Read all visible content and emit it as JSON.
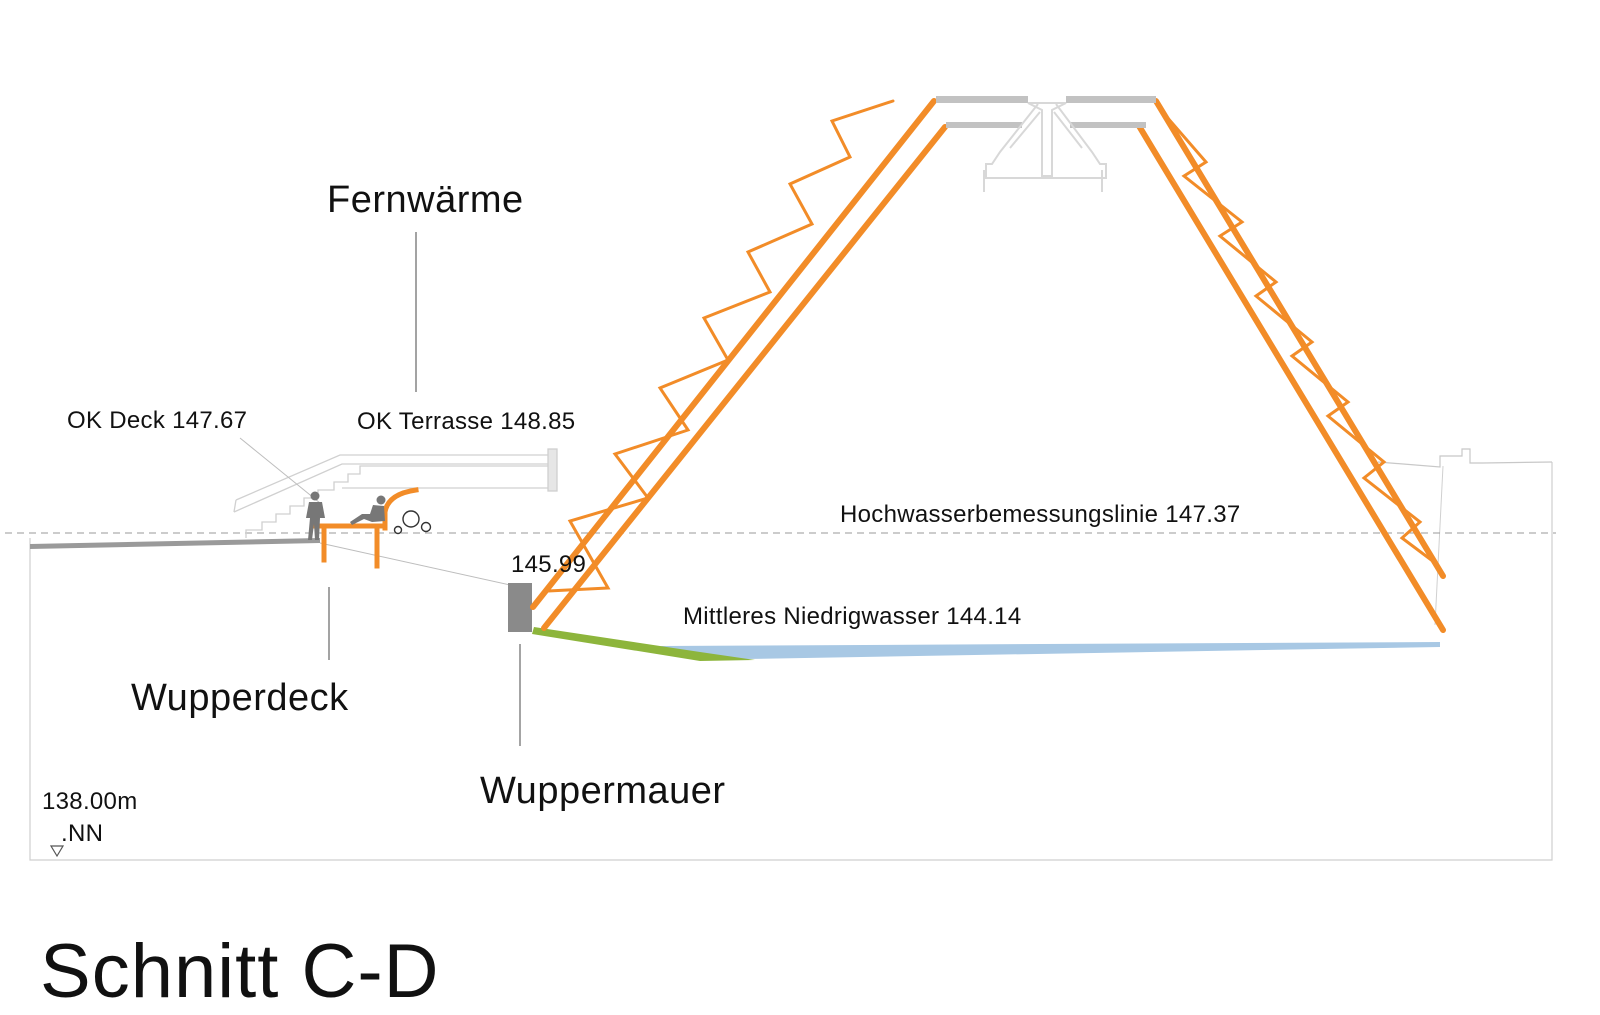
{
  "labels": {
    "fernwaerme": "Fernwärme",
    "ok_deck": "OK Deck 147.67",
    "ok_terrasse": "OK Terrasse 148.85",
    "hochwasser": "Hochwasserbemessungslinie 147.37",
    "wall_top": "145.99",
    "niedrigwasser": "Mittleres Niedrigwasser 144.14",
    "wupperdeck": "Wupperdeck",
    "wuppermauer": "Wuppermauer",
    "datum_value": "138.00m",
    "datum_unit": ".NN"
  },
  "title": "Schnitt  C-D",
  "colors": {
    "structure": "#F28C28",
    "water": "#A8C8E4",
    "embankment": "#8DB53C",
    "wall": "#8A8A8A",
    "outline": "#C8C8C8",
    "leader": "#555555",
    "figure": "#777777"
  },
  "icons": {
    "datum_marker": "triangle-down-icon",
    "person_standing": "person-standing-icon",
    "person_seated": "person-seated-icon"
  }
}
